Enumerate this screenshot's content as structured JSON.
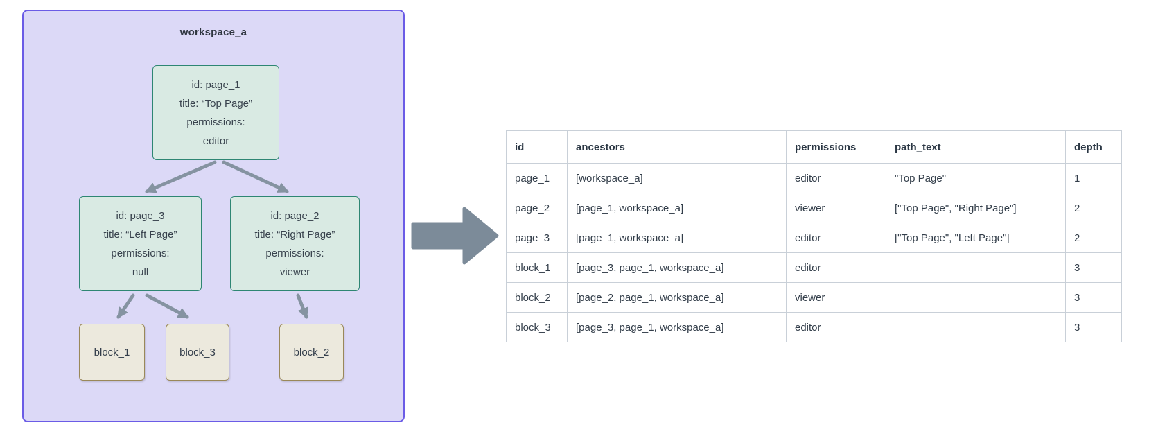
{
  "workspace": {
    "label": "workspace_a",
    "nodes": [
      {
        "id": "page_1",
        "lines": [
          "id: page_1",
          "title: “Top Page”",
          "permissions:",
          "editor"
        ]
      },
      {
        "id": "page_3",
        "lines": [
          "id: page_3",
          "title: “Left Page”",
          "permissions:",
          "null"
        ]
      },
      {
        "id": "page_2",
        "lines": [
          "id: page_2",
          "title: “Right Page”",
          "permissions:",
          "viewer"
        ]
      }
    ],
    "blocks": [
      {
        "label": "block_1"
      },
      {
        "label": "block_3"
      },
      {
        "label": "block_2"
      }
    ]
  },
  "table": {
    "columns": [
      "id",
      "ancestors",
      "permissions",
      "path_text",
      "depth"
    ],
    "rows": [
      {
        "id": "page_1",
        "ancestors": "[workspace_a]",
        "permissions": "editor",
        "path_text": "\"Top Page\"",
        "depth": "1"
      },
      {
        "id": "page_2",
        "ancestors": "[page_1, workspace_a]",
        "permissions": "viewer",
        "path_text": "[\"Top Page\", \"Right Page\"]",
        "depth": "2"
      },
      {
        "id": "page_3",
        "ancestors": "[page_1, workspace_a]",
        "permissions": "editor",
        "path_text": "[\"Top Page\", \"Left Page\"]",
        "depth": "2"
      },
      {
        "id": "block_1",
        "ancestors": "[page_3, page_1, workspace_a]",
        "permissions": "editor",
        "path_text": "",
        "depth": "3"
      },
      {
        "id": "block_2",
        "ancestors": "[page_2, page_1, workspace_a]",
        "permissions": "viewer",
        "path_text": "",
        "depth": "3"
      },
      {
        "id": "block_3",
        "ancestors": "[page_3, page_1, workspace_a]",
        "permissions": "editor",
        "path_text": "",
        "depth": "3"
      }
    ]
  },
  "accent_colors": {
    "workspace_background": "#dcd9f7",
    "workspace_border": "#6b5ce6",
    "page_node_background": "#d9eae3",
    "page_node_border": "#2e8673",
    "block_background": "#ece9dd",
    "block_border": "#9a8859",
    "arrow_gray": "#8593a1",
    "transform_arrow": "#7c8b99",
    "table_border": "#c9d0d8",
    "text": "#333e4a"
  }
}
